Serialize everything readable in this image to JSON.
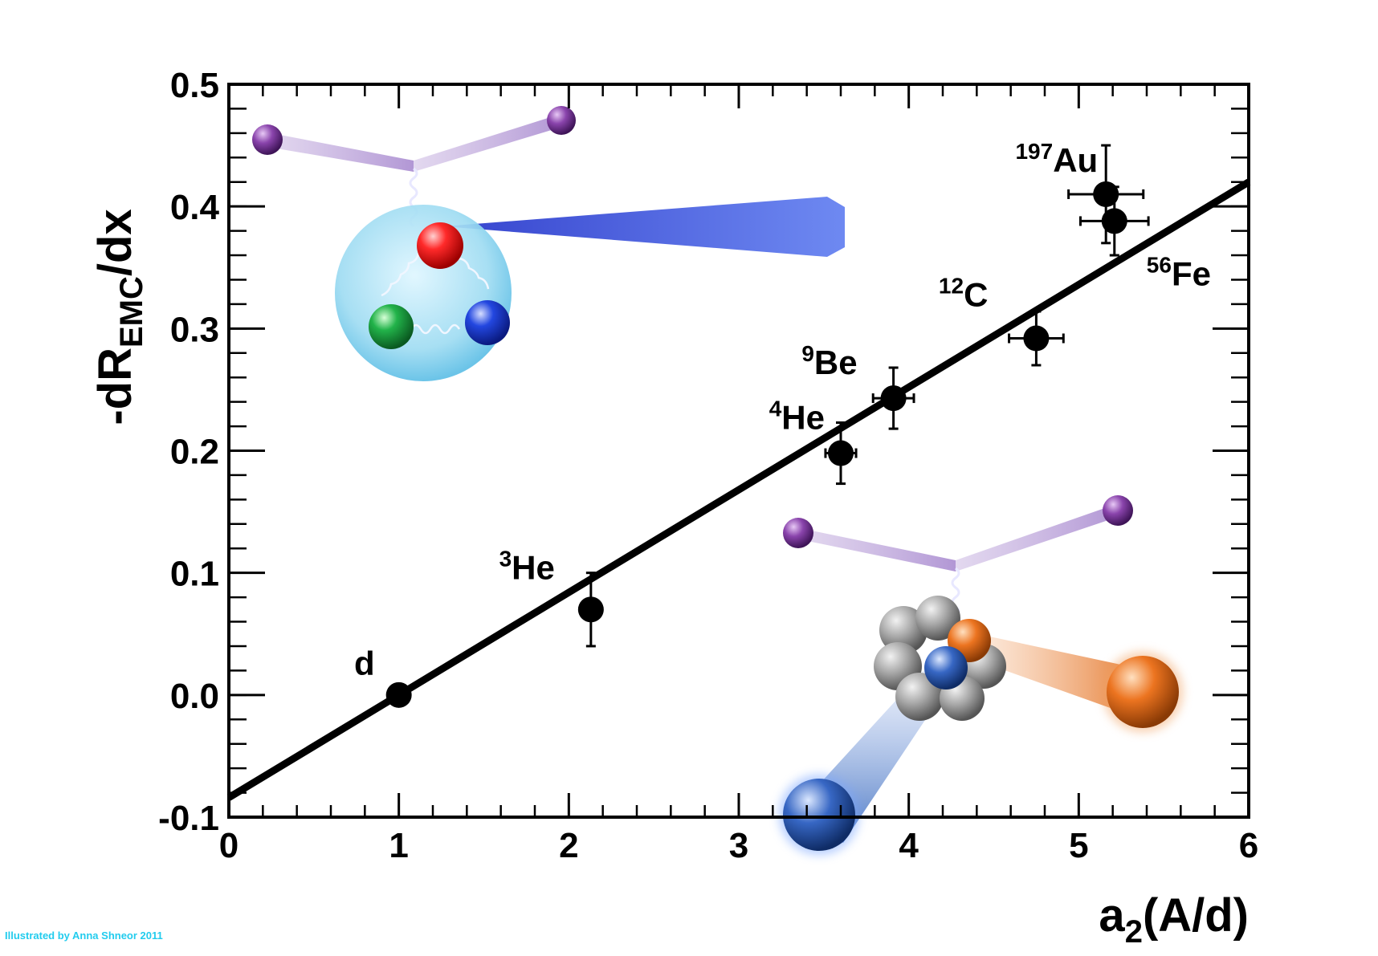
{
  "chart_data": {
    "type": "scatter",
    "xlabel": {
      "base": "a",
      "sub": "2",
      "rest": "(A/d)"
    },
    "ylabel": {
      "pre": "-dR",
      "sub": "EMC",
      "post": "/dx"
    },
    "xlim": [
      0,
      6
    ],
    "ylim": [
      -0.1,
      0.5
    ],
    "xticks": [
      0,
      1,
      2,
      3,
      4,
      5,
      6
    ],
    "xtick_labels": [
      "0",
      "1",
      "2",
      "3",
      "4",
      "5",
      "6"
    ],
    "yticks": [
      -0.1,
      0.0,
      0.1,
      0.2,
      0.3,
      0.4,
      0.5
    ],
    "ytick_labels": [
      "-0.1",
      "0.0",
      "0.1",
      "0.2",
      "0.3",
      "0.4",
      "0.5"
    ],
    "grid": false,
    "points": [
      {
        "label": "d",
        "mass": "",
        "x": 1.0,
        "y": 0.0,
        "xerr": 0.0,
        "yerr": 0.0
      },
      {
        "label": "He",
        "mass": "3",
        "x": 2.13,
        "y": 0.07,
        "xerr": 0.0,
        "yerr": 0.03
      },
      {
        "label": "He",
        "mass": "4",
        "x": 3.6,
        "y": 0.198,
        "xerr": 0.09,
        "yerr": 0.025
      },
      {
        "label": "Be",
        "mass": "9",
        "x": 3.91,
        "y": 0.243,
        "xerr": 0.12,
        "yerr": 0.025
      },
      {
        "label": "C",
        "mass": "12",
        "x": 4.75,
        "y": 0.292,
        "xerr": 0.16,
        "yerr": 0.022
      },
      {
        "label": "Fe",
        "mass": "56",
        "x": 5.21,
        "y": 0.388,
        "xerr": 0.2,
        "yerr": 0.028
      },
      {
        "label": "Au",
        "mass": "197",
        "x": 5.16,
        "y": 0.41,
        "xerr": 0.22,
        "yerr": 0.04
      }
    ],
    "fit_line": {
      "intercept": -0.084,
      "slope": 0.084
    }
  },
  "credit": "Illustrated by Anna Shneor 2011",
  "colors": {
    "line": "#000000",
    "marker": "#000000",
    "credit": "#22ccee",
    "quark_red": "#e41f1f",
    "quark_green": "#1e9e3e",
    "quark_blue": "#1d3fd8",
    "nucleon_orange": "#e26a16",
    "nucleon_blue": "#2a5fb8",
    "gluon_purple": "#7a3d9a"
  }
}
